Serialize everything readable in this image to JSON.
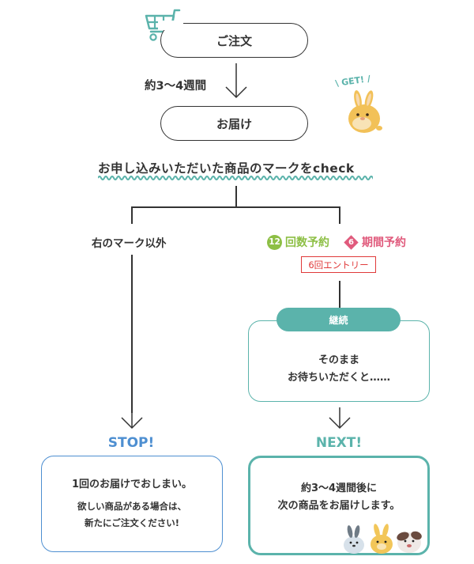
{
  "colors": {
    "teal": "#5bb3ab",
    "green": "#8dbf45",
    "pink": "#e05a7c",
    "red": "#e03a3a",
    "blue": "#4e8fd1",
    "dark": "#333333"
  },
  "step_order": {
    "icon": "cart-icon",
    "label": "ご注文"
  },
  "interval": {
    "label": "約3～4週間"
  },
  "step_delivery": {
    "label": "お届け",
    "badge": "GET!",
    "illustration": "rabbit-illustration"
  },
  "check_heading": {
    "label": "お申し込みいただいた商品のマークをcheck"
  },
  "branch_left": {
    "label": "右のマーク以外"
  },
  "branch_right": {
    "mark_count": {
      "icon_number": "12",
      "label": "回数予約"
    },
    "mark_period": {
      "icon_number": "6",
      "label": "期間予約"
    },
    "entry_tag": "6回エントリー"
  },
  "continue_box": {
    "title": "継続",
    "line1": "そのまま",
    "line2": "お待ちいただくと……"
  },
  "stop": {
    "heading": "STOP!",
    "line1": "1回のお届けでおしまい。",
    "line2": "欲しい商品がある場合は、",
    "line3": "新たにご注文ください!"
  },
  "next": {
    "heading": "NEXT!",
    "line1": "約3～4週間後に",
    "line2": "次の商品をお届けします。",
    "illustration": "three-rabbits-illustration"
  }
}
